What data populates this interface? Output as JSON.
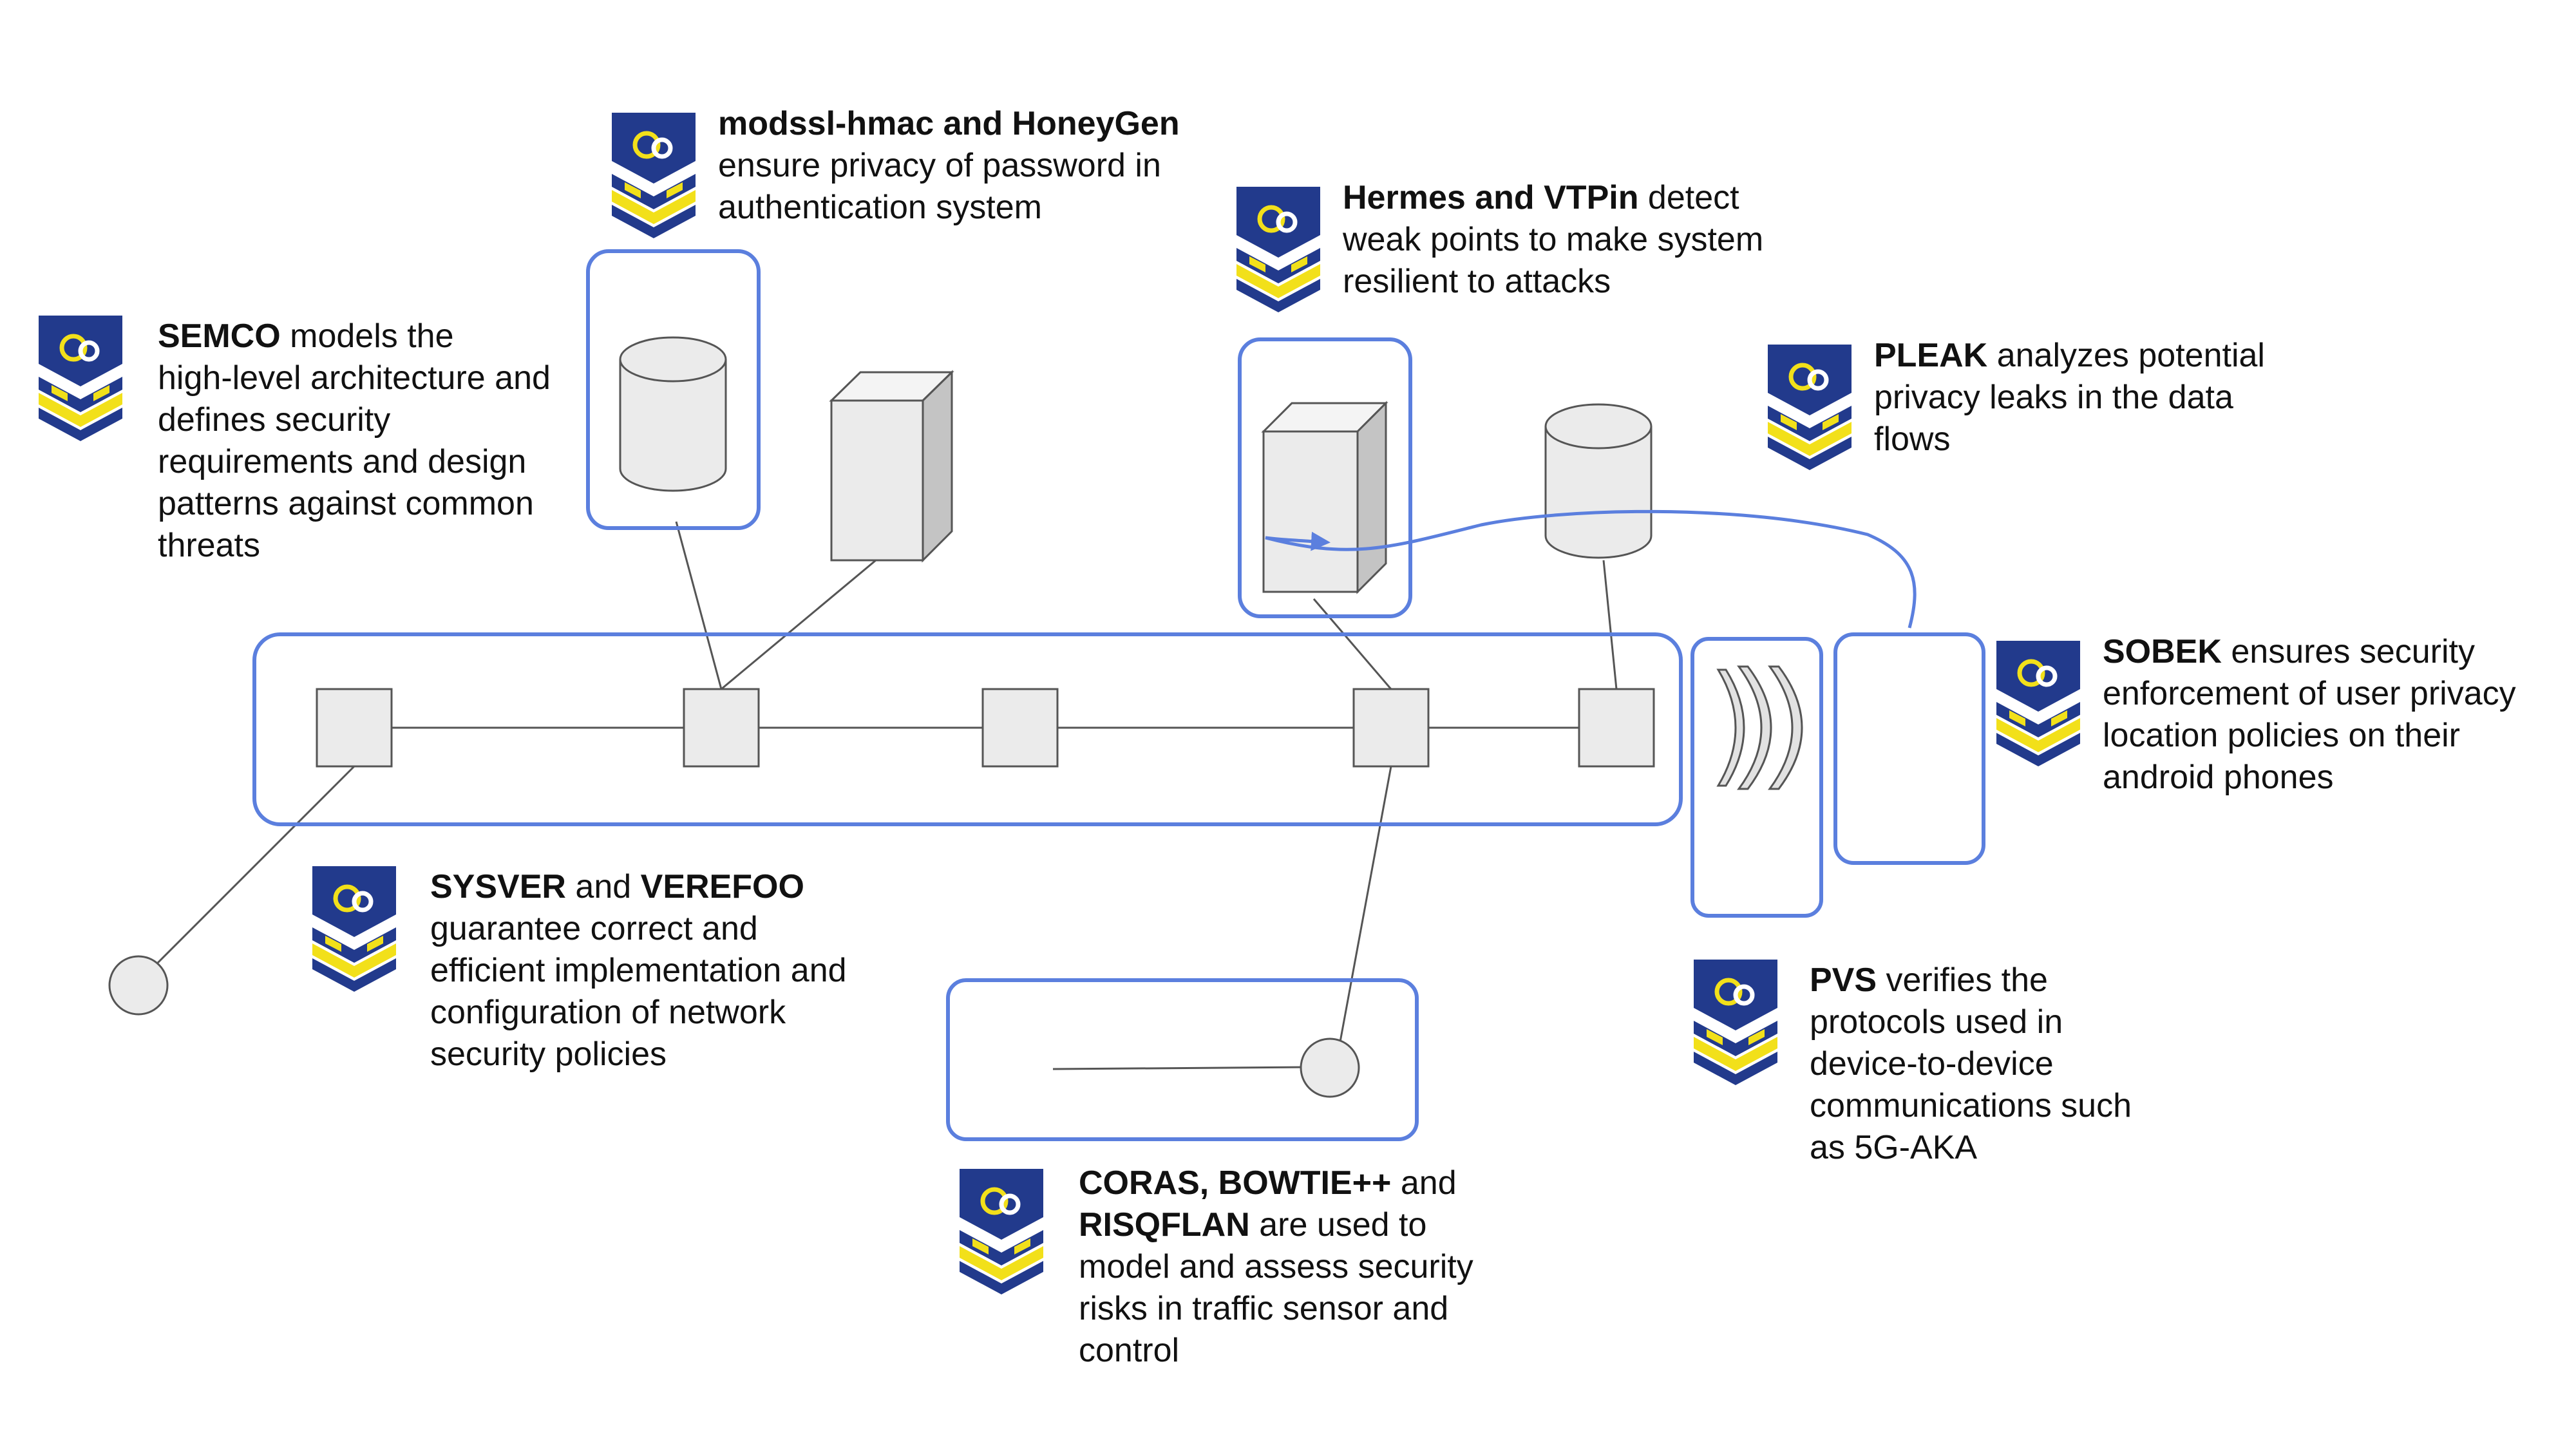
{
  "colors": {
    "accent_blue": "#5b7fde",
    "logo_navy": "#223a8c",
    "logo_yellow": "#f2e01a",
    "node_fill": "#ebebeb",
    "node_stroke": "#555555",
    "line": "#555555"
  },
  "logo_icon": "project-shield-logo-icon",
  "device_icons": [
    "database-cylinder-icon",
    "server-box-icon",
    "network-switch-icon",
    "terminal-node-icon",
    "wireless-signal-icon"
  ],
  "annotations": {
    "modssl": {
      "strong": "modssl-hmac and HoneyGen",
      "line2": "ensure privacy of password in",
      "line3": "authentication system"
    },
    "hermes": {
      "strong": "Hermes and VTPin",
      "rest1": " detect",
      "line2": "weak points to make system",
      "line3": "resilient to attacks"
    },
    "semco": {
      "strong": "SEMCO",
      "rest1": " models the",
      "line2": "high-level architecture and",
      "line3": "defines security",
      "line4": "requirements and design",
      "line5": "patterns against common",
      "line6": "threats"
    },
    "pleak": {
      "strong": "PLEAK",
      "rest1": " analyzes potential",
      "line2": "privacy leaks in the data",
      "line3": "flows"
    },
    "sobek": {
      "strong": "SOBEK",
      "rest1": " ensures security",
      "line2": "enforcement of user privacy",
      "line3": "location policies on their",
      "line4": "android phones"
    },
    "sysver": {
      "strong": "SYSVER",
      "mid": " and ",
      "strong2": "VEREFOO",
      "line2": "guarantee correct and",
      "line3": "efficient implementation and",
      "line4": "configuration of network",
      "line5": "security policies"
    },
    "pvs": {
      "strong": "PVS",
      "rest1": " verifies the",
      "line2": "protocols used in",
      "line3": "device-to-device",
      "line4": "communications such",
      "line5": "as 5G-AKA"
    },
    "coras": {
      "strong": "CORAS, BOWTIE++",
      "mid": " and",
      "strong2": "RISQFLAN",
      "rest2": " are used to",
      "line3": "model and assess security",
      "line4": "risks in traffic sensor and",
      "line5": "control"
    }
  }
}
